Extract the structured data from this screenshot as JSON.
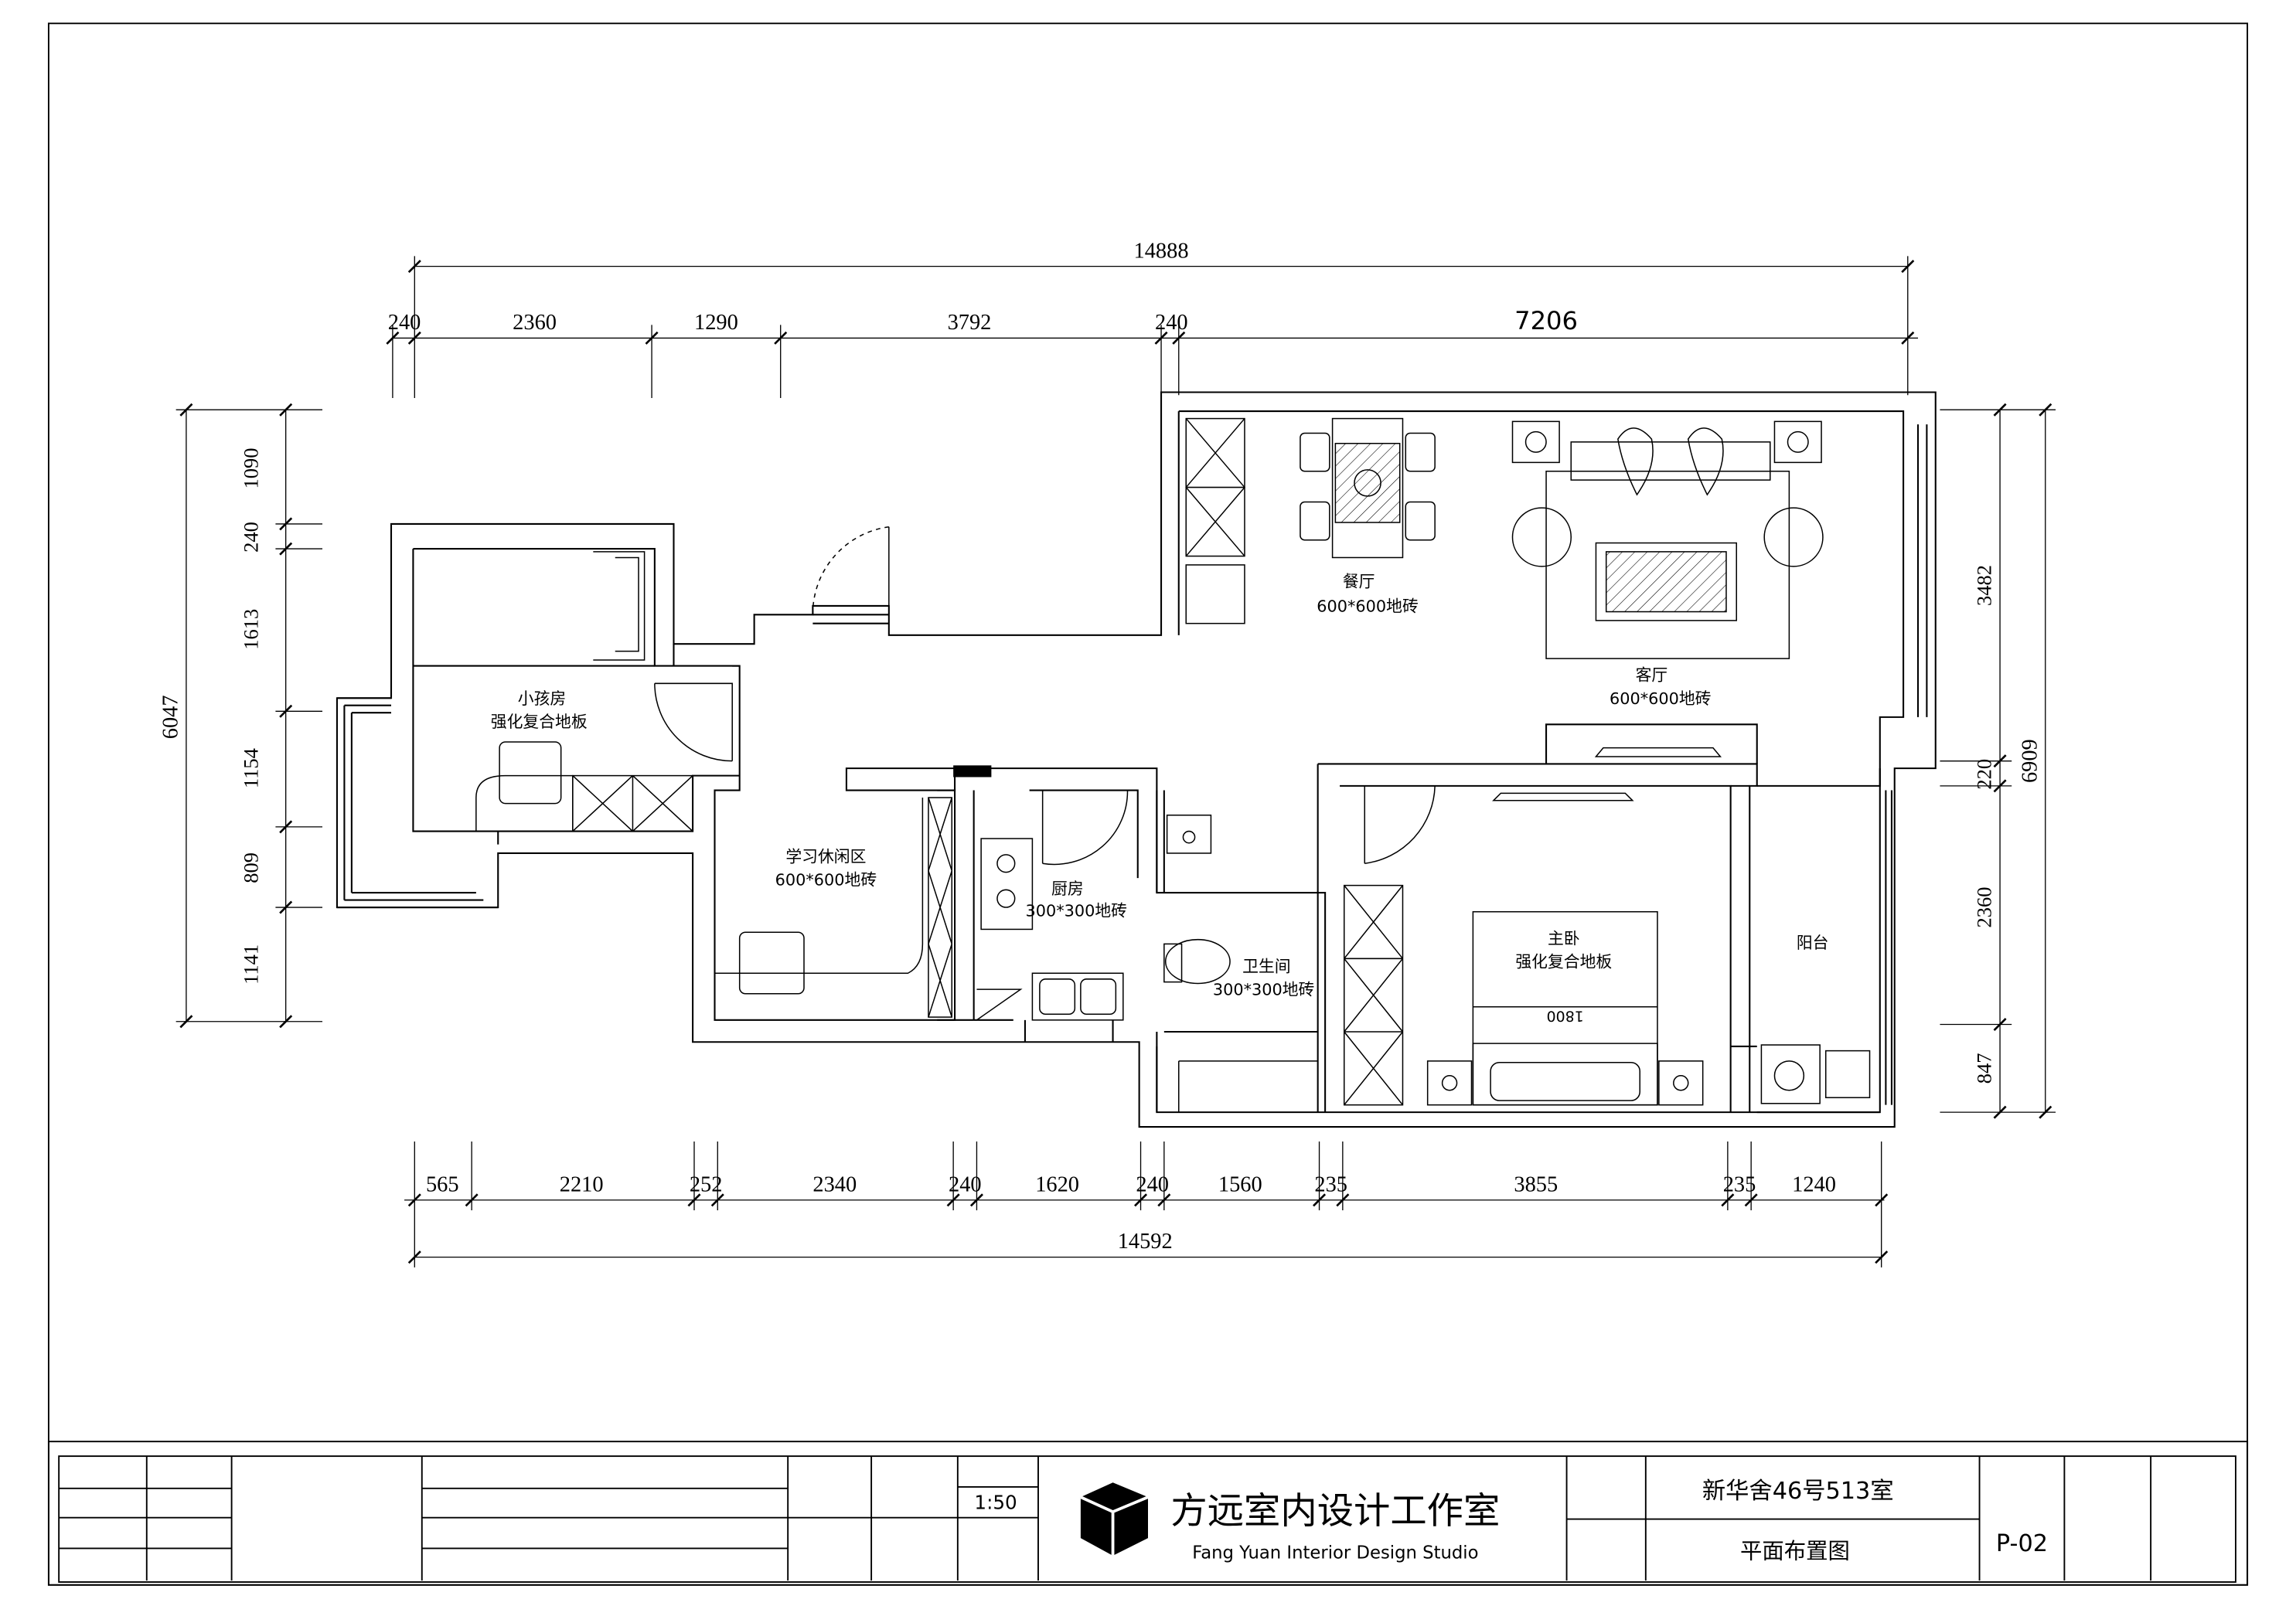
{
  "dimensions": {
    "top_total": "14888",
    "top": [
      "240",
      "2360",
      "1290",
      "3792",
      "240",
      "7206"
    ],
    "left_total": "6047",
    "left": [
      "1090",
      "240",
      "1613",
      "1154",
      "809",
      "1141"
    ],
    "right_total": "6909",
    "right": [
      "3482",
      "220",
      "2360",
      "847"
    ],
    "bottom_total": "14592",
    "bottom": [
      "565",
      "2210",
      "252",
      "2340",
      "240",
      "1620",
      "240",
      "1560",
      "235",
      "3855",
      "235",
      "1240"
    ]
  },
  "rooms": {
    "dining": {
      "name": "餐厅",
      "floor": "600*600地砖"
    },
    "living": {
      "name": "客厅",
      "floor": "600*600地砖"
    },
    "kids_room": {
      "name": "小孩房",
      "floor": "强化复合地板"
    },
    "study": {
      "name": "学习休闲区",
      "floor": "600*600地砖"
    },
    "kitchen": {
      "name": "厨房",
      "floor": "300*300地砖"
    },
    "bathroom": {
      "name": "卫生间",
      "floor": "300*300地砖"
    },
    "master": {
      "name": "主卧",
      "floor": "强化复合地板"
    },
    "balcony": {
      "name": "阳台"
    }
  },
  "bed_width": "1800",
  "title_block": {
    "scale": "1:50",
    "studio_cn": "方远室内设计工作室",
    "studio_en": "Fang Yuan Interior Design Studio",
    "project": "新华舍46号513室",
    "drawing_name": "平面布置图",
    "sheet_no": "P-02"
  }
}
